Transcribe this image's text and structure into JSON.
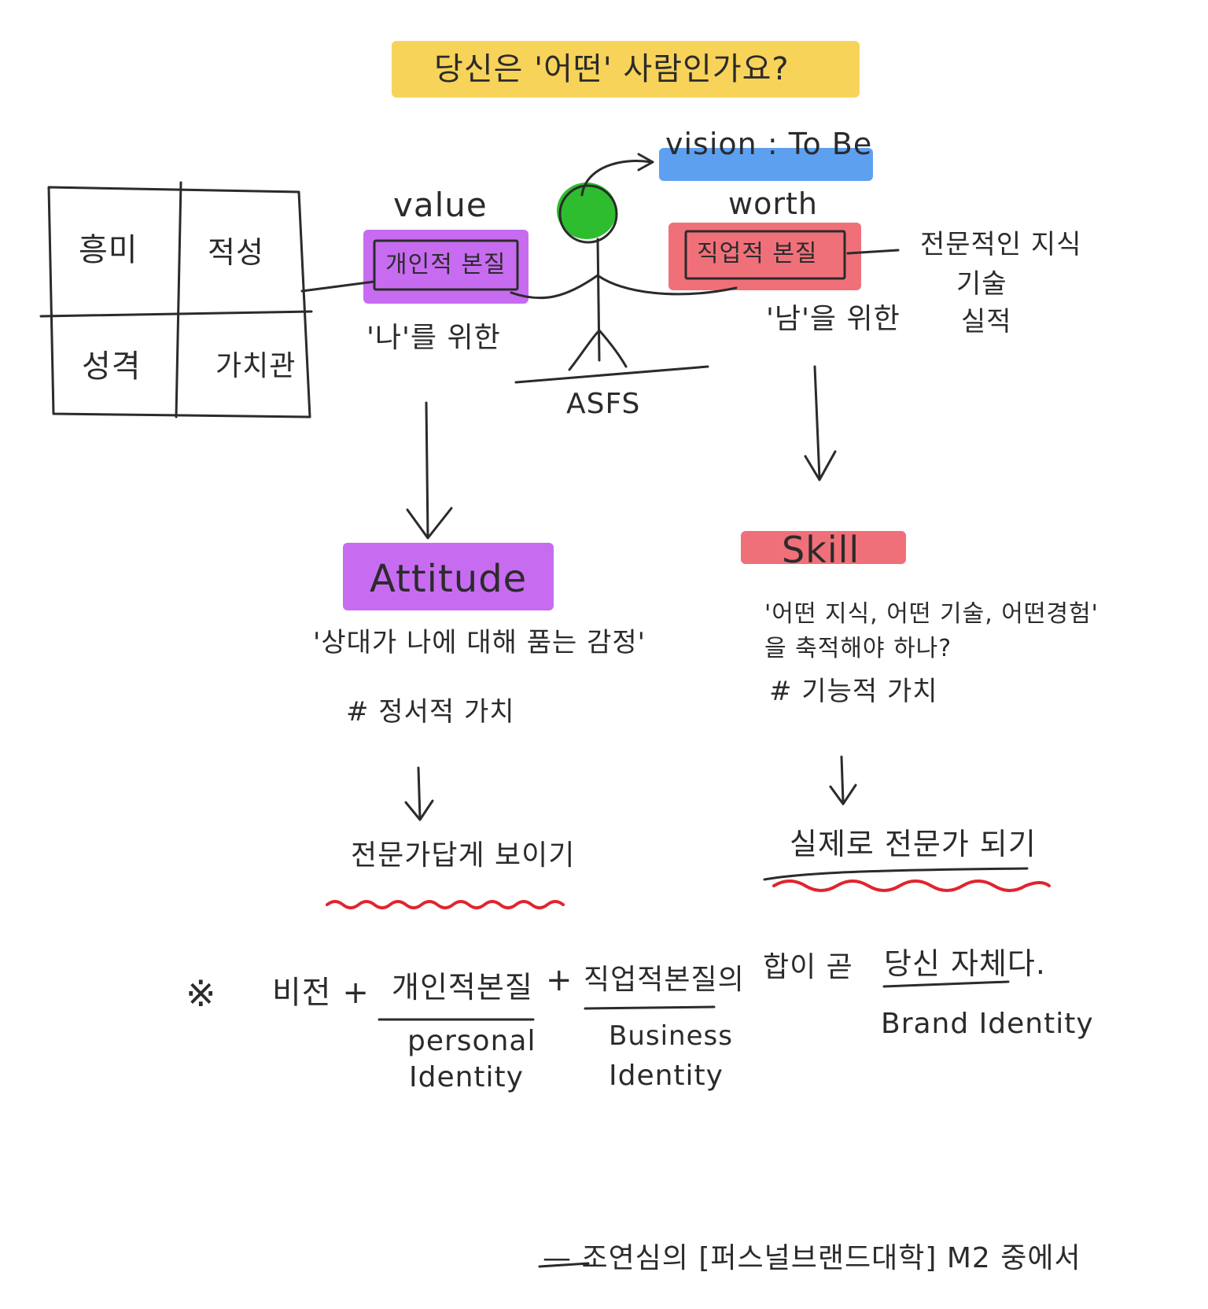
{
  "title": "당신은 '어떤' 사람인가요?",
  "colors": {
    "yellow": "#f8d35a",
    "blue": "#5ea0f0",
    "purple": "#c76cf0",
    "pink": "#f0707a",
    "green": "#2ebd2e",
    "ink": "#2b2b2b",
    "squiggle": "#e0242e"
  },
  "grid": {
    "cells": [
      "흥미",
      "적성",
      "성격",
      "가치관"
    ]
  },
  "figure": {
    "label": "ASFS"
  },
  "left": {
    "heading": "value",
    "box_label": "개인적 본질",
    "sublabel": "'나'를 위한",
    "section_title": "Attitude",
    "desc": "'상대가 나에 대해 품는 감정'",
    "tag": "# 정서적 가치",
    "result": "전문가답게 보이기"
  },
  "right": {
    "vision": "vision : To Be",
    "heading": "worth",
    "box_label": "직업적 본질",
    "sublabel": "'남'을 위한",
    "side_notes": [
      "전문적인 지식",
      "기술",
      "실적"
    ],
    "section_title": "Skill",
    "desc_line1": "'어떤 지식, 어떤 기술, 어떤경험'",
    "desc_line2": "을 축적해야 하나?",
    "tag": "# 기능적 가치",
    "result": "실제로 전문가 되기"
  },
  "formula": {
    "mark": "※",
    "vision": "비전 +",
    "personal": "개인적본질",
    "plus": "+",
    "business": "직업적본질의",
    "suffix": "합이 곧",
    "ending": "당신 자체다.",
    "personal_en": [
      "personal",
      "Identity"
    ],
    "business_en": [
      "Business",
      "Identity"
    ],
    "brand_en": "Brand Identity"
  },
  "footer": "— 조연심의 [퍼스널브랜드대학] M2 중에서"
}
